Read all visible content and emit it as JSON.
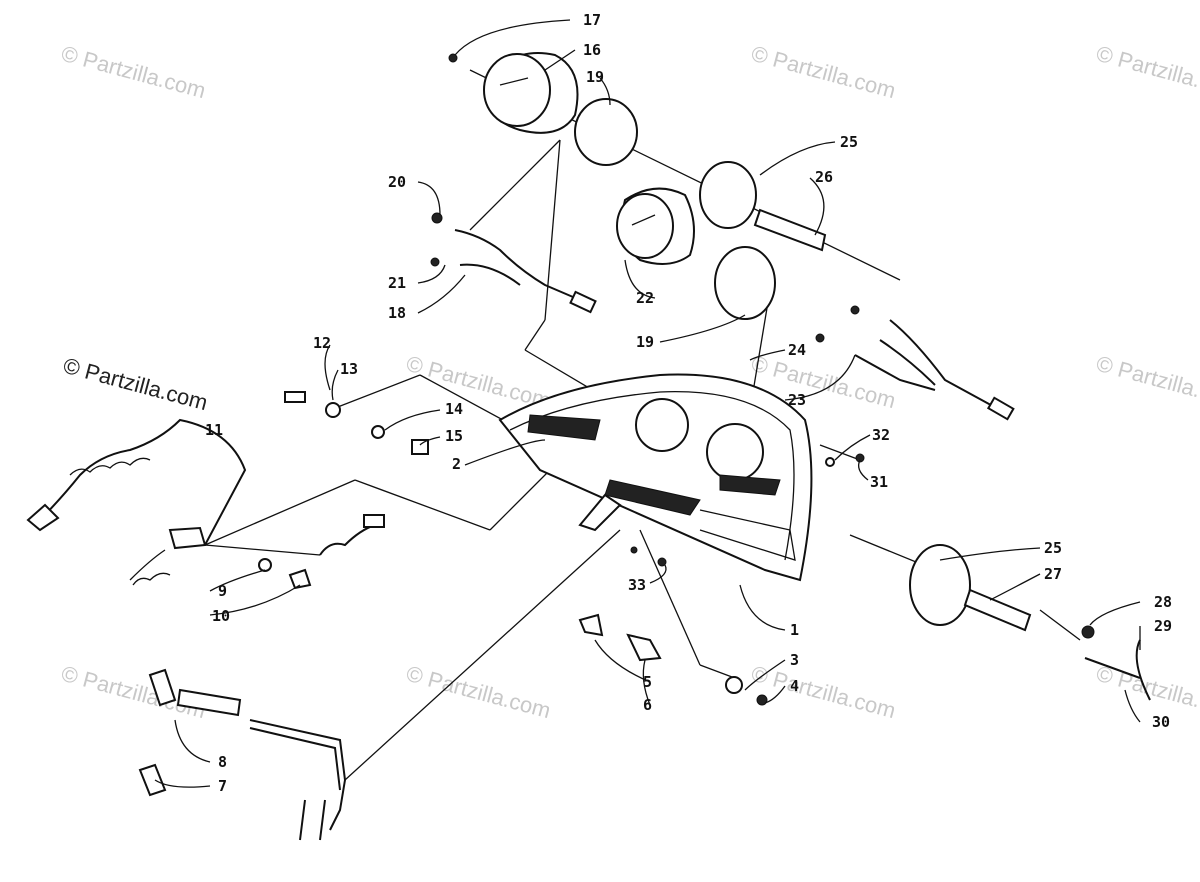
{
  "watermark_text": "© Partzilla.com",
  "callouts": {
    "c1": "1",
    "c2": "2",
    "c3": "3",
    "c4": "4",
    "c5": "5",
    "c6": "6",
    "c7": "7",
    "c8": "8",
    "c9": "9",
    "c10": "10",
    "c11": "11",
    "c12": "12",
    "c13": "13",
    "c14": "14",
    "c15": "15",
    "c16": "16",
    "c17": "17",
    "c18": "18",
    "c19a": "19",
    "c19b": "19",
    "c20": "20",
    "c21": "21",
    "c22": "22",
    "c23": "23",
    "c24": "24",
    "c25a": "25",
    "c25b": "25",
    "c26": "26",
    "c27": "27",
    "c28": "28",
    "c29": "29",
    "c30": "30",
    "c31": "31",
    "c32": "32",
    "c33": "33"
  },
  "colors": {
    "ink": "#111111",
    "watermark": "#c8c8c8",
    "background": "#ffffff"
  }
}
